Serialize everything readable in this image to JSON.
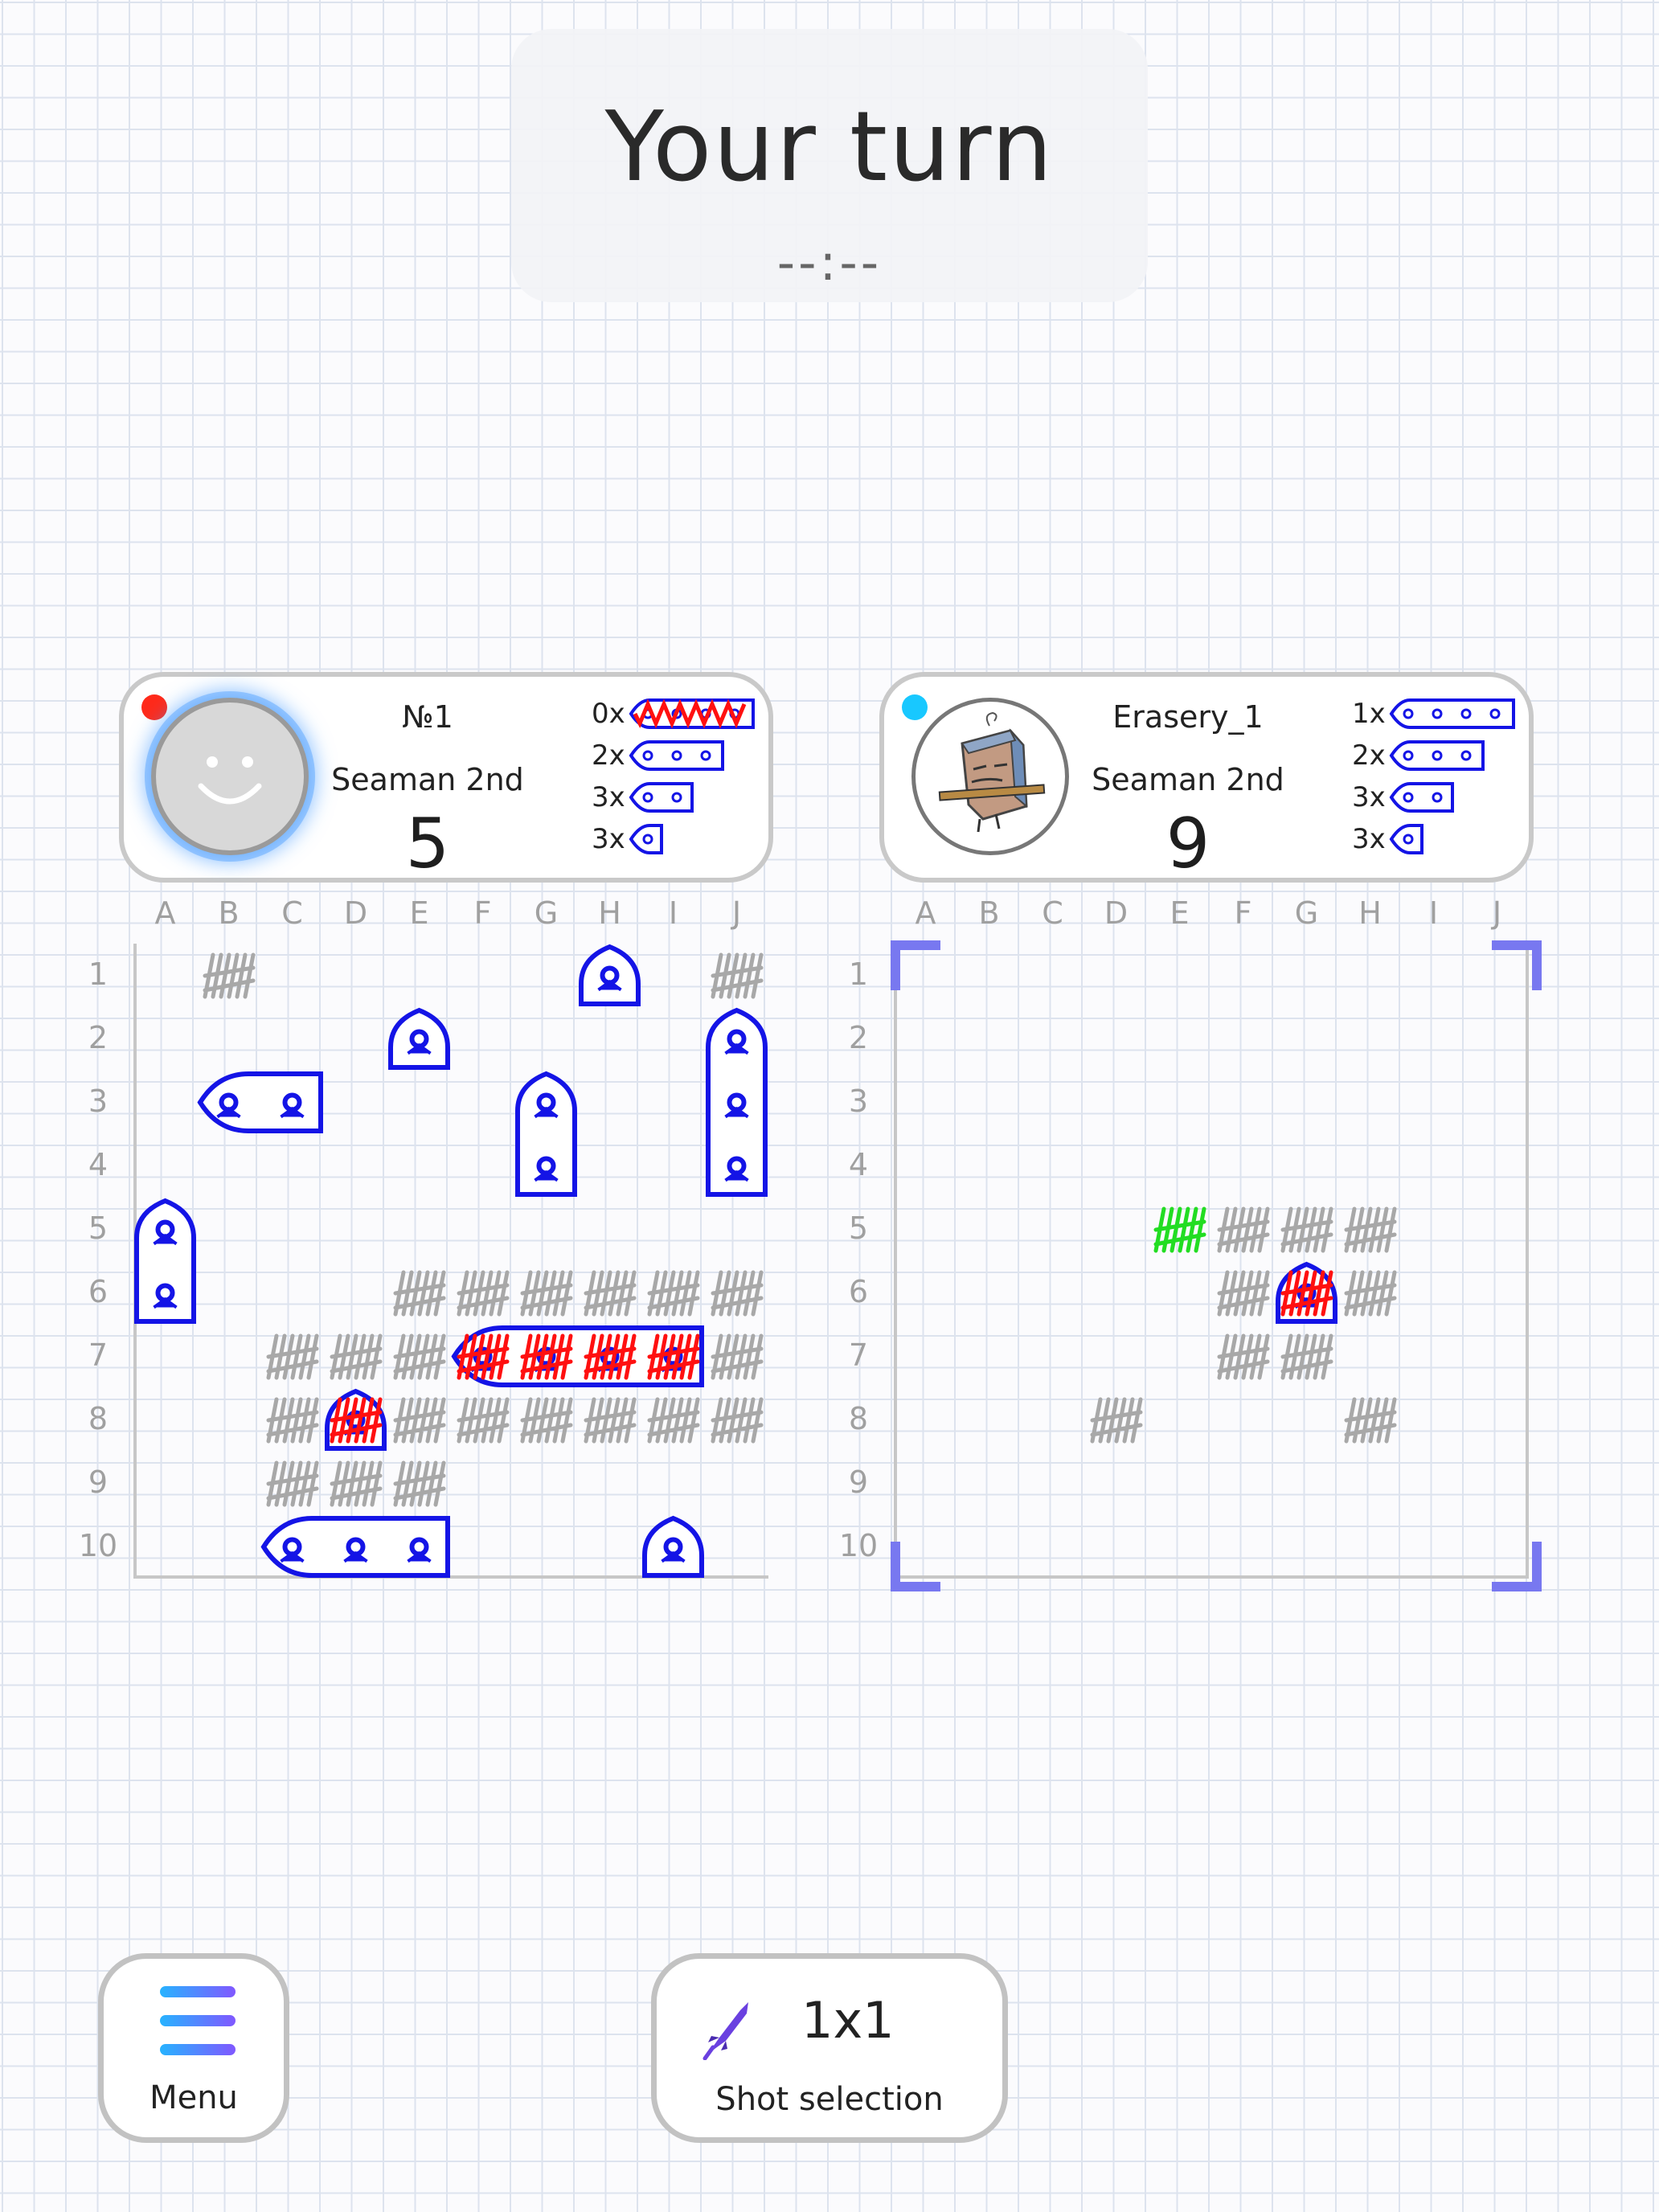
{
  "header": {
    "title": "Your turn",
    "timer": "--:--"
  },
  "players": [
    {
      "name": "№1",
      "rank": "Seaman 2nd",
      "score": "5",
      "status_color": "#ff2a1a",
      "avatar": "smiley-avatar",
      "fleet": [
        {
          "count": "0x",
          "size": 4,
          "sunk": true
        },
        {
          "count": "2x",
          "size": 3,
          "sunk": false
        },
        {
          "count": "3x",
          "size": 2,
          "sunk": false
        },
        {
          "count": "3x",
          "size": 1,
          "sunk": false
        }
      ]
    },
    {
      "name": "Erasery_1",
      "rank": "Seaman 2nd",
      "score": "9",
      "status_color": "#18c8ff",
      "avatar": "eraser-character-avatar",
      "fleet": [
        {
          "count": "1x",
          "size": 4,
          "sunk": false
        },
        {
          "count": "2x",
          "size": 3,
          "sunk": false
        },
        {
          "count": "3x",
          "size": 2,
          "sunk": false
        },
        {
          "count": "3x",
          "size": 1,
          "sunk": false
        }
      ]
    }
  ],
  "columns": [
    "A",
    "B",
    "C",
    "D",
    "E",
    "F",
    "G",
    "H",
    "I",
    "J"
  ],
  "rows": [
    "1",
    "2",
    "3",
    "4",
    "5",
    "6",
    "7",
    "8",
    "9",
    "10"
  ],
  "own_board": {
    "ships": [
      {
        "cells": [
          "H1"
        ],
        "dir": "v",
        "hit": false
      },
      {
        "cells": [
          "E2"
        ],
        "dir": "v",
        "hit": false
      },
      {
        "cells": [
          "B3",
          "C3"
        ],
        "dir": "h",
        "hit": false
      },
      {
        "cells": [
          "G3",
          "G4"
        ],
        "dir": "v",
        "hit": false
      },
      {
        "cells": [
          "J2",
          "J3",
          "J4"
        ],
        "dir": "v",
        "hit": false
      },
      {
        "cells": [
          "A5",
          "A6"
        ],
        "dir": "v",
        "hit": false
      },
      {
        "cells": [
          "F7",
          "G7",
          "H7",
          "I7"
        ],
        "dir": "h",
        "hit": true
      },
      {
        "cells": [
          "D8"
        ],
        "dir": "v",
        "hit": true
      },
      {
        "cells": [
          "C10",
          "D10",
          "E10"
        ],
        "dir": "h",
        "hit": false
      },
      {
        "cells": [
          "I10"
        ],
        "dir": "v",
        "hit": false
      }
    ],
    "misses": [
      "B1",
      "J1",
      "E6",
      "F6",
      "G6",
      "H6",
      "I6",
      "J6",
      "C7",
      "D7",
      "E7",
      "J7",
      "C8",
      "E8",
      "F8",
      "G8",
      "H8",
      "I8",
      "J8",
      "C9",
      "D9",
      "E9"
    ],
    "hits": [
      "F7",
      "G7",
      "H7",
      "I7",
      "D8"
    ]
  },
  "enemy_board": {
    "ships": [
      {
        "cells": [
          "G6"
        ],
        "dir": "v",
        "hit": true
      }
    ],
    "misses": [
      "F5",
      "G5",
      "H5",
      "F6",
      "H6",
      "F7",
      "G7",
      "D8",
      "H8"
    ],
    "last_shot": [
      "E5"
    ],
    "hits": [
      "G6"
    ]
  },
  "buttons": {
    "menu_label": "Menu",
    "shot_size": "1x1",
    "shot_label": "Shot selection"
  },
  "colors": {
    "ship": "#1414e6",
    "hit": "#ff1010",
    "miss": "#a8a8a8",
    "last_shot": "#22dd22",
    "target_frame": "#7878f0"
  }
}
